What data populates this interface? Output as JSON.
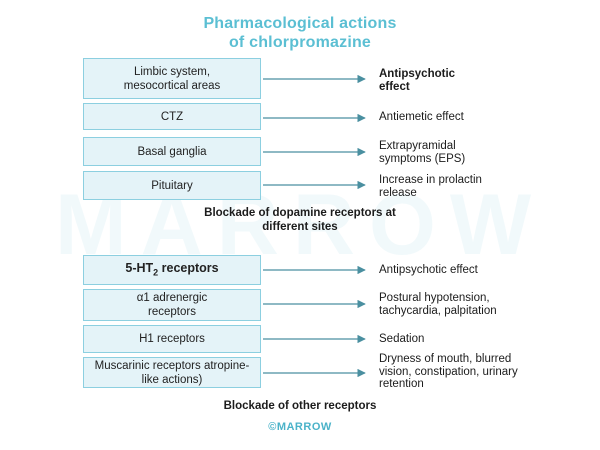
{
  "title": {
    "line1": "Pharmacological actions",
    "line2": "of chlorpromazine"
  },
  "watermark": "MARROW",
  "dopamine_section": {
    "rows": [
      {
        "site": "Limbic system, mesocortical areas",
        "effect": "Antipsychotic effect",
        "effect_bold": true
      },
      {
        "site": "CTZ",
        "effect": "Antiemetic effect"
      },
      {
        "site": "Basal ganglia",
        "effect": "Extrapyramidal symptoms (EPS)"
      },
      {
        "site": "Pituitary",
        "effect": "Increase in prolactin release"
      }
    ],
    "caption": "Blockade of dopamine receptors at different sites"
  },
  "other_section": {
    "rows": [
      {
        "site": "5-HT2 receptors",
        "effect": "Antipsychotic effect",
        "site_bold": true
      },
      {
        "site": "α1 adrenergic receptors",
        "effect": "Postural hypotension, tachycardia, palpitation"
      },
      {
        "site": "H1 receptors",
        "effect": "Sedation"
      },
      {
        "site": "Muscarinic receptors atropine-like actions)",
        "effect": "Dryness of mouth, blurred vision, constipation, urinary retention"
      }
    ],
    "caption": "Blockade of other receptors"
  },
  "footer": "©MARROW",
  "colors": {
    "title": "#5bbfd3",
    "box_fill": "#e4f3f8",
    "box_border": "#8ccfe0",
    "arrow": "#4a8fa0"
  }
}
